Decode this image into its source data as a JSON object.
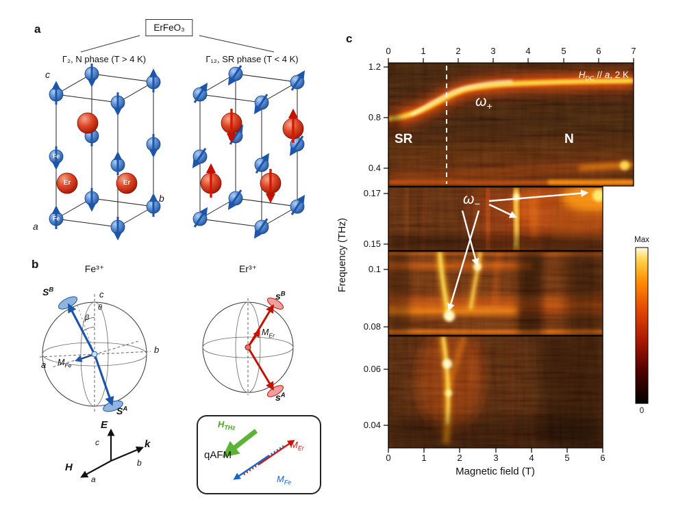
{
  "panel_a": {
    "label": "a",
    "compound": "ErFeO₃",
    "left_caption": "Γ₂, N phase (T > 4 K)",
    "right_caption": "Γ₁₂, SR phase (T < 4 K)",
    "axis_c": "c",
    "axis_b": "b",
    "axis_a": "a",
    "fe_atom": "Fe",
    "er_atom": "Er"
  },
  "panel_b": {
    "label": "b",
    "fe_title": "Fe³⁺",
    "er_title": "Er³⁺",
    "spin_S": "S",
    "spin_s": "s",
    "sup_A": "A",
    "sup_B": "B",
    "m_base": "M",
    "m_fe_sub": "Fe",
    "m_er_sub": "Er",
    "theta": "θ",
    "beta": "β",
    "axis_a": "a",
    "axis_b": "b",
    "axis_c": "c",
    "field_E": "E",
    "field_k": "k",
    "field_H": "H",
    "qafm_label": "qAFM",
    "hthz_base": "H",
    "hthz_sub": "THz"
  },
  "panel_c": {
    "label": "c",
    "condition": {
      "h": "H",
      "sub": "DC",
      "mid": " // ",
      "axis": "a",
      "tail": ", 2 K"
    },
    "omega": "ω",
    "omega_plus_sub": "+",
    "omega_minus_sub": "−",
    "region_sr": "SR",
    "region_n": "N",
    "ylabel": "Frequency (THz)",
    "xlabel": "Magnetic field (T)",
    "top_ticks": [
      "0",
      "1",
      "2",
      "3",
      "4",
      "5",
      "6",
      "7"
    ],
    "bottom_ticks": [
      "0",
      "1",
      "2",
      "3",
      "4",
      "5",
      "6"
    ],
    "freq_ticks": [
      "1.2",
      "0.8",
      "0.4",
      "0.17",
      "0.15",
      "0.1",
      "0.08",
      "0.06",
      "0.04"
    ],
    "colorbar_max": "Max",
    "colorbar_min": "0"
  },
  "chart_data": {
    "type": "heatmap",
    "xlabel": "Magnetic field (T)",
    "ylabel": "Frequency (THz)",
    "x_axis_top_range_T": [
      0,
      7
    ],
    "x_axis_bottom_range_T": [
      0,
      6
    ],
    "y_axis_segments_THz": [
      [
        0.35,
        1.2
      ],
      [
        0.145,
        0.175
      ],
      [
        0.075,
        0.105
      ],
      [
        0.035,
        0.065
      ]
    ],
    "colormap": "hot: black (0) to red-orange-yellow (Max)",
    "condition": "HDC // a, 2 K",
    "phase_boundary_field_T": 1.7,
    "phases": {
      "low_field": "SR",
      "high_field": "N"
    },
    "branches": [
      {
        "name": "ω+",
        "field_T": [
          0,
          0.5,
          1,
          1.5,
          2,
          3,
          4,
          5,
          6,
          7
        ],
        "freq_THz": [
          0.8,
          0.84,
          0.9,
          0.98,
          1.03,
          1.05,
          1.05,
          1.06,
          1.06,
          1.07
        ]
      },
      {
        "name": "ω−",
        "description": "soft low-frequency branch, bright features marked by white arrows",
        "features": [
          {
            "field_T": 1.6,
            "freq_THz": 0.05
          },
          {
            "field_T": 1.7,
            "freq_THz": 0.083
          },
          {
            "field_T": 2.5,
            "freq_THz": 0.097
          },
          {
            "field_T": 3.6,
            "freq_THz": 0.16
          },
          {
            "field_T": 5.5,
            "freq_THz": 0.168
          }
        ]
      }
    ]
  }
}
